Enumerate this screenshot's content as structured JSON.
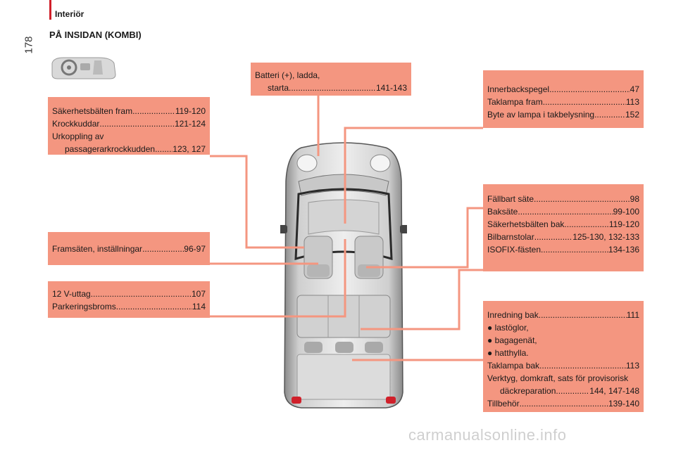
{
  "header": {
    "section": "Interiör",
    "page_number": "178",
    "title": "PÅ INSIDAN (KOMBI)"
  },
  "icon": "car-interior-icon",
  "colors": {
    "box": "#f49680",
    "line": "#f49680",
    "accent": "#d0202a"
  },
  "boxes": {
    "battery": {
      "line1": "Batteri (+), ladda,",
      "label": "starta",
      "page": "141-143"
    },
    "mirror": {
      "rows": [
        {
          "label": "Innerbackspegel",
          "page": "47"
        },
        {
          "label": "Taklampa fram",
          "page": "113"
        },
        {
          "label": "Byte av lampa i takbelysning",
          "page": "152"
        }
      ]
    },
    "belts": {
      "rows": [
        {
          "label": "Säkerhetsbälten fram",
          "page": "119-120"
        },
        {
          "label": "Krockkuddar",
          "page": "121-124"
        }
      ],
      "line3": "Urkoppling av",
      "last": {
        "label": "passagerarkrockkudden",
        "page": "123, 127"
      }
    },
    "seat": {
      "rows": [
        {
          "label": "Fällbart säte",
          "page": "98"
        },
        {
          "label": "Baksäte",
          "page": "99-100"
        },
        {
          "label": "Säkerhetsbälten bak",
          "page": "119-120"
        },
        {
          "label": "Bilbarnstolar",
          "page": "125-130, 132-133"
        },
        {
          "label": "ISOFIX-fästen",
          "page": "134-136"
        }
      ]
    },
    "front": {
      "label": "Framsäten, inställningar",
      "page": "96-97"
    },
    "v12": {
      "rows": [
        {
          "label": "12 V-uttag",
          "page": "107"
        },
        {
          "label": "Parkeringsbroms",
          "page": "114"
        }
      ]
    },
    "interior": {
      "row1": {
        "label": "Inredning bak",
        "page": "111"
      },
      "bullets": [
        "● lastöglor,",
        "● bagagenät,",
        "● hatthylla."
      ],
      "row2": {
        "label": "Taklampa bak",
        "page": "113"
      },
      "line_tools": "Verktyg, domkraft, sats för provisorisk",
      "row3": {
        "label": "däckreparation",
        "page": "144, 147-148"
      },
      "row4": {
        "label": "Tillbehör",
        "page": "139-140"
      }
    }
  },
  "watermark": "carmanualsonline.info"
}
